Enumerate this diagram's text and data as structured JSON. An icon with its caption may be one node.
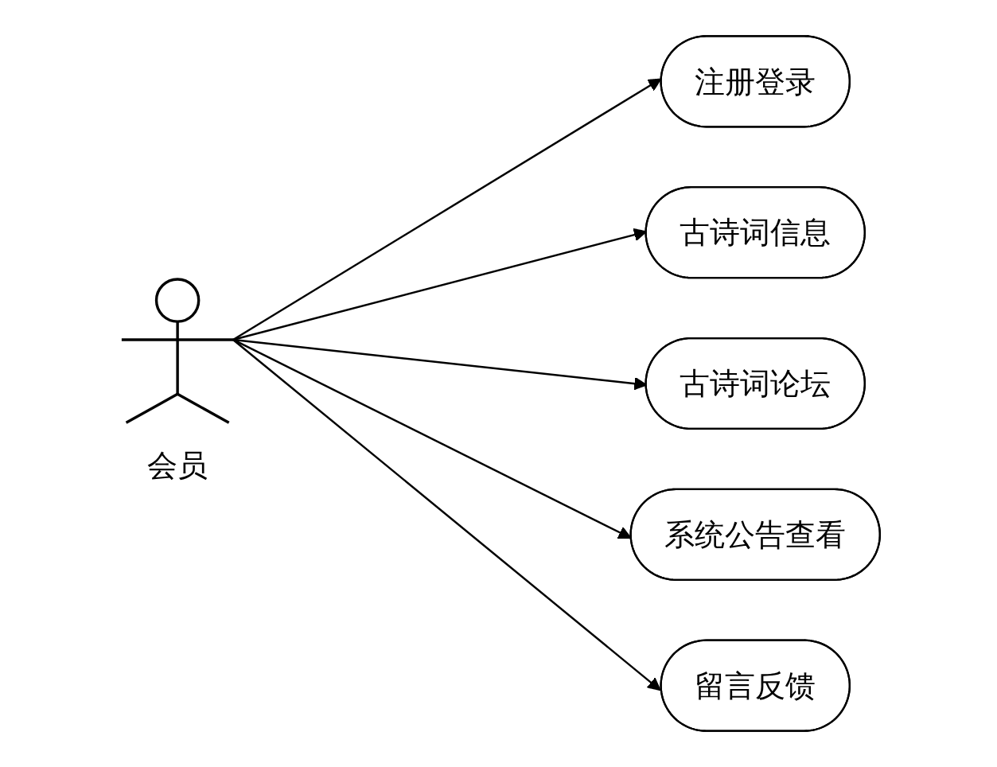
{
  "diagram": {
    "nodes": [
      {
        "text": [
          "会员"
        ]
      },
      {
        "text": [
          "注册登录"
        ]
      },
      {
        "text": [
          "古诗词信息"
        ]
      },
      {
        "text": [
          "古诗词论坛"
        ]
      },
      {
        "text": [
          "系统公告查看"
        ]
      },
      {
        "text": [
          "留言反馈"
        ]
      }
    ],
    "edges": [
      {
        "from": 0,
        "to": 1,
        "arrow": "to"
      },
      {
        "from": 0,
        "to": 2,
        "arrow": "to"
      },
      {
        "from": 0,
        "to": 3,
        "arrow": "to"
      },
      {
        "from": 0,
        "to": 4,
        "arrow": "to"
      },
      {
        "from": 0,
        "to": 5,
        "arrow": "to"
      }
    ]
  }
}
